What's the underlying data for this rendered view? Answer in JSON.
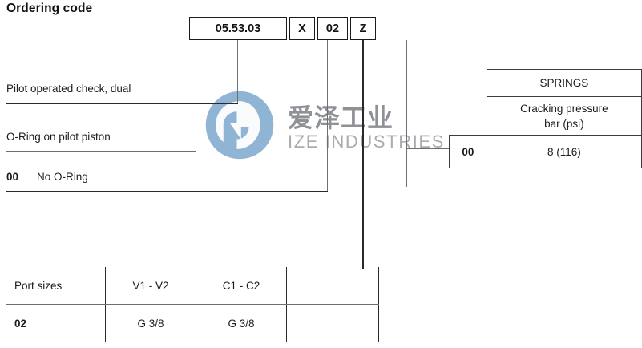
{
  "heading": "Ordering code",
  "ordering_code": {
    "segments": [
      {
        "name": "series",
        "value": "05.53.03"
      },
      {
        "name": "seals",
        "value": "X"
      },
      {
        "name": "port_size",
        "value": "02"
      },
      {
        "name": "spring",
        "value": "Z"
      }
    ]
  },
  "descriptions": [
    {
      "code": "",
      "label": "Pilot operated check, dual"
    },
    {
      "code": "",
      "label": "O-Ring on pilot piston"
    },
    {
      "code": "00",
      "label": "No O-Ring"
    }
  ],
  "springs_table": {
    "title": "SPRINGS",
    "subtitle_line1": "Cracking pressure",
    "subtitle_line2": "bar (psi)",
    "rows": [
      {
        "code": "00",
        "value": "8 (116)"
      }
    ]
  },
  "port_sizes_table": {
    "header": {
      "label": "Port sizes",
      "col1": "V1 - V2",
      "col2": "C1 - C2",
      "col3": ""
    },
    "rows": [
      {
        "code": "02",
        "col1": "G 3/8",
        "col2": "G 3/8",
        "col3": ""
      }
    ]
  },
  "watermark": {
    "logo_name": "ize-industries-logo",
    "chinese_text": "爱泽工业",
    "english_text": "IZE INDUSTRIES",
    "logo_color": "#8fb4d4",
    "text_color": "#8e9196"
  }
}
